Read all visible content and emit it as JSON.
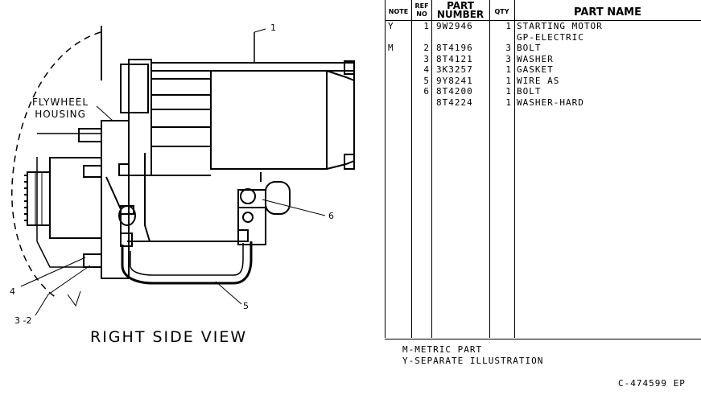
{
  "drawing": {
    "view_title": "RIGHT SIDE VIEW",
    "flywheel_label_line1": "FLYWHEEL",
    "flywheel_label_line2": "HOUSING",
    "callouts": {
      "c1": "1",
      "c6": "6",
      "c5": "5",
      "c4": "4",
      "c32": "3 -2"
    }
  },
  "table": {
    "headers": {
      "note": "NOTE",
      "ref_top": "REF",
      "ref_bottom": "NO",
      "part_top": "PART",
      "part_bottom": "NUMBER",
      "qty": "QTY",
      "name": "PART NAME"
    },
    "rows": [
      {
        "note": "Y",
        "ref": "1",
        "part": "9W2946",
        "qty": "1",
        "name": "STARTING MOTOR"
      },
      {
        "note": "",
        "ref": "",
        "part": "",
        "qty": "",
        "name": "GP-ELECTRIC"
      },
      {
        "note": "M",
        "ref": "2",
        "part": "8T4196",
        "qty": "3",
        "name": "BOLT"
      },
      {
        "note": "",
        "ref": "3",
        "part": "8T4121",
        "qty": "3",
        "name": "WASHER"
      },
      {
        "note": "",
        "ref": "4",
        "part": "3K3257",
        "qty": "1",
        "name": "GASKET"
      },
      {
        "note": "",
        "ref": "5",
        "part": "9Y8241",
        "qty": "1",
        "name": "WIRE AS"
      },
      {
        "note": "",
        "ref": "6",
        "part": "8T4200",
        "qty": "1",
        "name": "BOLT"
      },
      {
        "note": "",
        "ref": "",
        "part": "8T4224",
        "qty": "1",
        "name": "WASHER-HARD"
      }
    ],
    "footnotes": {
      "metric": "M-METRIC PART",
      "separate": "Y-SEPARATE ILLUSTRATION"
    },
    "drawing_number": "C-474599 EP"
  }
}
